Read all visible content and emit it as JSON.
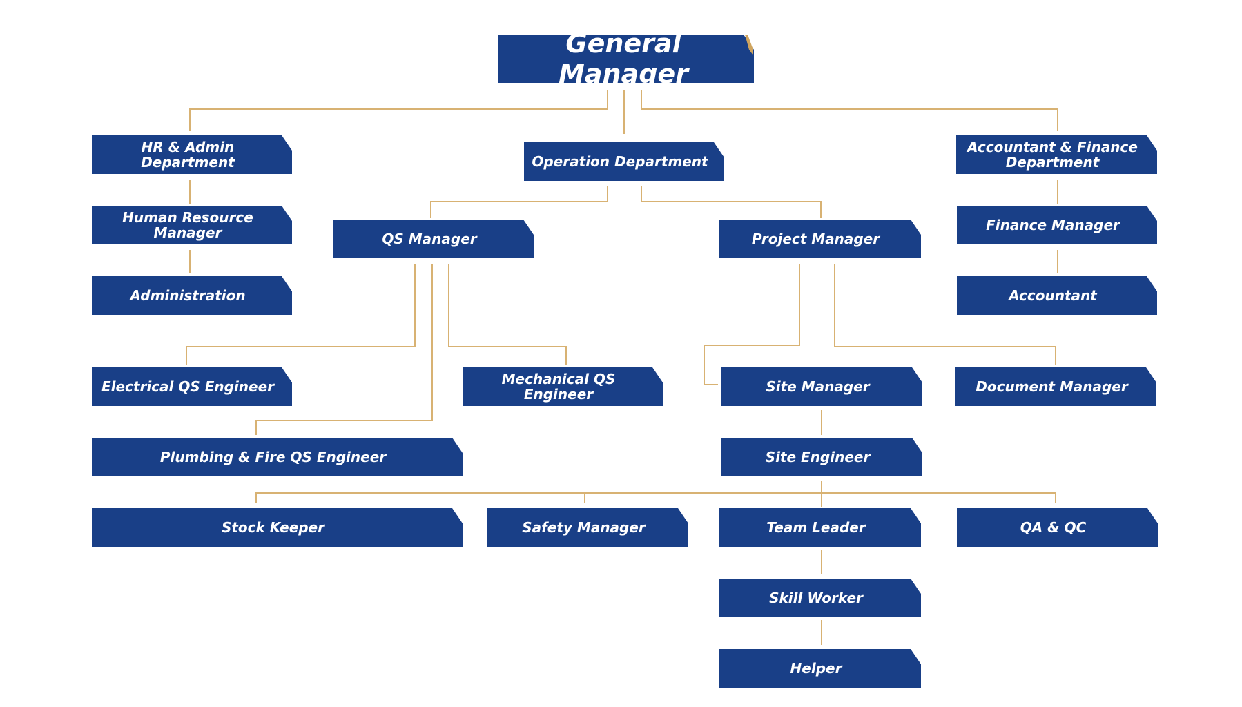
{
  "colors": {
    "box": "#193f87",
    "connector": "#d8b273",
    "text": "#ffffff",
    "background": "#ffffff"
  },
  "nodes": {
    "general_manager": "General Manager",
    "hr_admin": "HR & Admin\nDepartment",
    "operation": "Operation Department",
    "accounts": "Accountant & Finance\nDepartment",
    "hr_manager": "Human Resource\nManager",
    "administration": "Administration",
    "qs_manager": "QS Manager",
    "project_manager": "Project Manager",
    "finance_manager": "Finance Manager",
    "accountant": "Accountant",
    "electrical_qs": "Electrical QS Engineer",
    "mechanical_qs": "Mechanical QS Engineer",
    "plumbing_qs": "Plumbing & Fire QS Engineer",
    "site_manager": "Site Manager",
    "document_manager": "Document Manager",
    "site_engineer": "Site Engineer",
    "stock_keeper": "Stock Keeper",
    "safety_manager": "Safety Manager",
    "team_leader": "Team Leader",
    "qa_qc": "QA & QC",
    "skill_worker": "Skill Worker",
    "helper": "Helper"
  }
}
